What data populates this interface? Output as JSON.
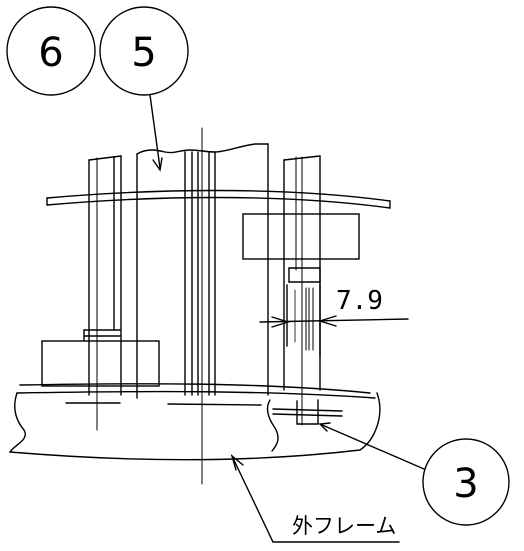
{
  "balloons": {
    "part6": "6",
    "part5": "5",
    "part3": "3"
  },
  "dimension": {
    "value": "7.9"
  },
  "labels": {
    "outer_frame": "外フレーム"
  }
}
